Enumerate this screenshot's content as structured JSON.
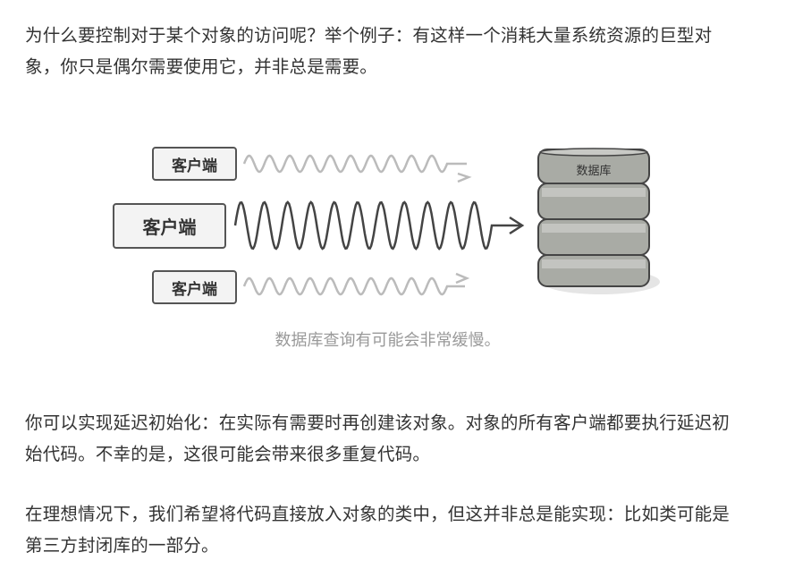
{
  "paragraphs": [
    {
      "lines": [
        "为什么要控制对于某个对象的访问呢？举个例子：有这样一个消耗大量系统资源的巨型对",
        "象，你只是偶尔需要使用它，并非总是需要。"
      ]
    },
    {
      "lines": [
        "你可以实现延迟初始化：在实际有需要时再创建该对象。对象的所有客户端都要执行延迟初",
        "始代码。不幸的是，这很可能会带来很多重复代码。"
      ]
    },
    {
      "lines": [
        "在理想情况下，我们希望将代码直接放入对象的类中，但这并非总是能实现：比如类可能是",
        "第三方封闭库的一部分。"
      ]
    }
  ],
  "figure": {
    "clients": [
      "客户端",
      "客户端",
      "客户端"
    ],
    "database_label": "数据库",
    "caption": "数据库查询有可能会非常缓慢。"
  }
}
